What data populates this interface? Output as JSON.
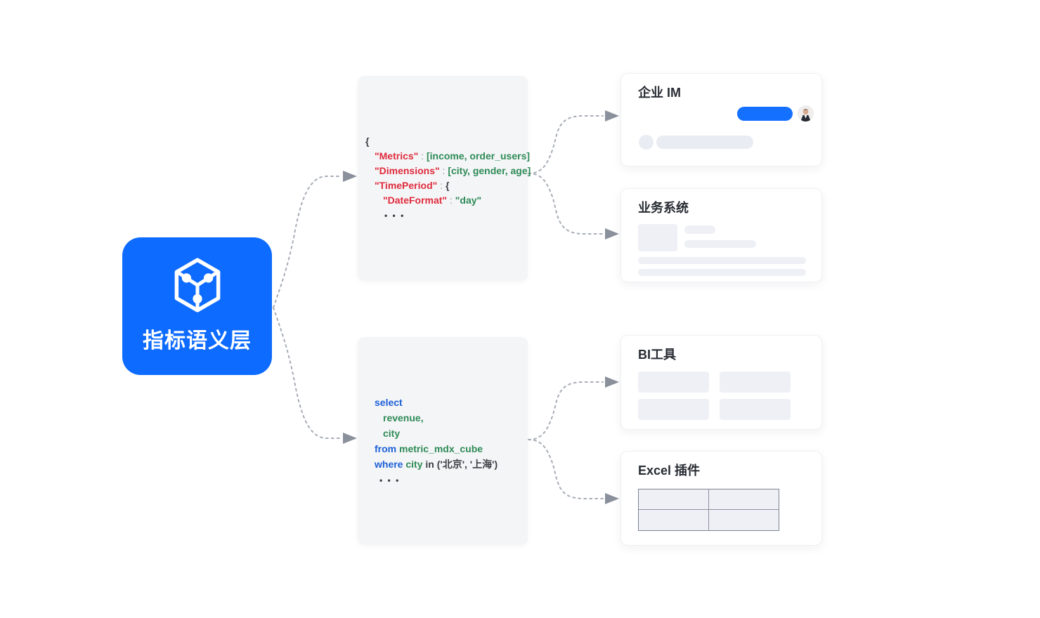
{
  "colors": {
    "accent": "#0e6bff",
    "bubble-blue": "#1470ff",
    "code-red": "#e02b3c",
    "code-green": "#2e8b57",
    "code-blue": "#1c5fd8",
    "code-plain": "#3b4046",
    "arrow-gray": "#a8adb7"
  },
  "semantic_layer": {
    "label": "指标语义层"
  },
  "json_block": {
    "lines": [
      {
        "indent": 0,
        "tokens": [
          {
            "c": "plain",
            "t": "{"
          }
        ]
      },
      {
        "indent": 13,
        "tokens": [
          {
            "c": "key",
            "t": "\"Metrics\""
          },
          {
            "c": "colon",
            "t": " : "
          },
          {
            "c": "green",
            "t": "[income, order_users]"
          }
        ]
      },
      {
        "indent": 13,
        "tokens": [
          {
            "c": "key",
            "t": "\"Dimensions\""
          },
          {
            "c": "colon",
            "t": " : "
          },
          {
            "c": "green",
            "t": "[city, gender, age]"
          }
        ]
      },
      {
        "indent": 13,
        "tokens": [
          {
            "c": "key",
            "t": "\"TimePeriod\""
          },
          {
            "c": "colon",
            "t": " : "
          },
          {
            "c": "plain",
            "t": "{"
          }
        ]
      },
      {
        "indent": 25,
        "tokens": [
          {
            "c": "key",
            "t": "\"DateFormat\""
          },
          {
            "c": "colon",
            "t": " : "
          },
          {
            "c": "green",
            "t": "\"day\""
          }
        ]
      },
      {
        "indent": 27,
        "tokens": [
          {
            "c": "dots",
            "t": "• • •"
          }
        ]
      }
    ]
  },
  "sql_block": {
    "lines": [
      {
        "indent": 0,
        "tokens": [
          {
            "c": "kw",
            "t": "select"
          }
        ]
      },
      {
        "indent": 12,
        "tokens": [
          {
            "c": "green",
            "t": "revenue,"
          }
        ]
      },
      {
        "indent": 12,
        "tokens": [
          {
            "c": "green",
            "t": "city"
          }
        ]
      },
      {
        "indent": 0,
        "tokens": [
          {
            "c": "kw",
            "t": "from"
          },
          {
            "c": "plain",
            "t": " "
          },
          {
            "c": "green",
            "t": "metric_mdx_cube"
          }
        ]
      },
      {
        "indent": 0,
        "tokens": [
          {
            "c": "kw",
            "t": "where"
          },
          {
            "c": "plain",
            "t": " "
          },
          {
            "c": "green",
            "t": "city"
          },
          {
            "c": "plain",
            "t": " in ('北京', '上海')"
          }
        ]
      },
      {
        "indent": 7,
        "tokens": [
          {
            "c": "dots",
            "t": "• • •"
          }
        ]
      }
    ]
  },
  "cards": {
    "im": {
      "title": "企业 IM"
    },
    "biz": {
      "title": "业务系统"
    },
    "bi": {
      "title": "BI工具"
    },
    "excel": {
      "title": "Excel 插件"
    }
  }
}
